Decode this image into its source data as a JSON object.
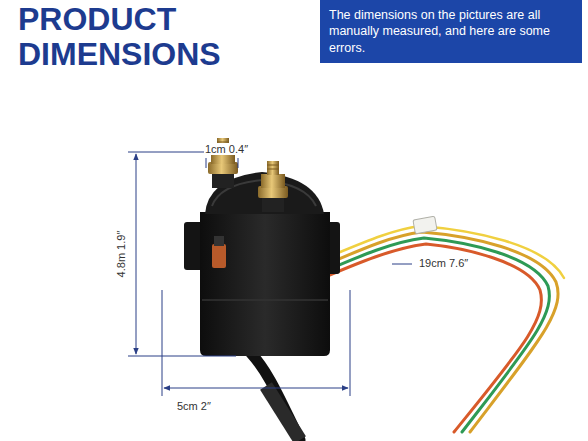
{
  "diagram": {
    "title": "PRODUCT DIMENSIONS",
    "nodes": [
      {
        "text": [
          "The dimensions on the pictures are all manually measured, and here are some errors."
        ]
      }
    ],
    "labels": [
      "1cm 0.4″",
      "4.8m 1.9″",
      "5cm 2″",
      "19cm 7.6″"
    ]
  }
}
